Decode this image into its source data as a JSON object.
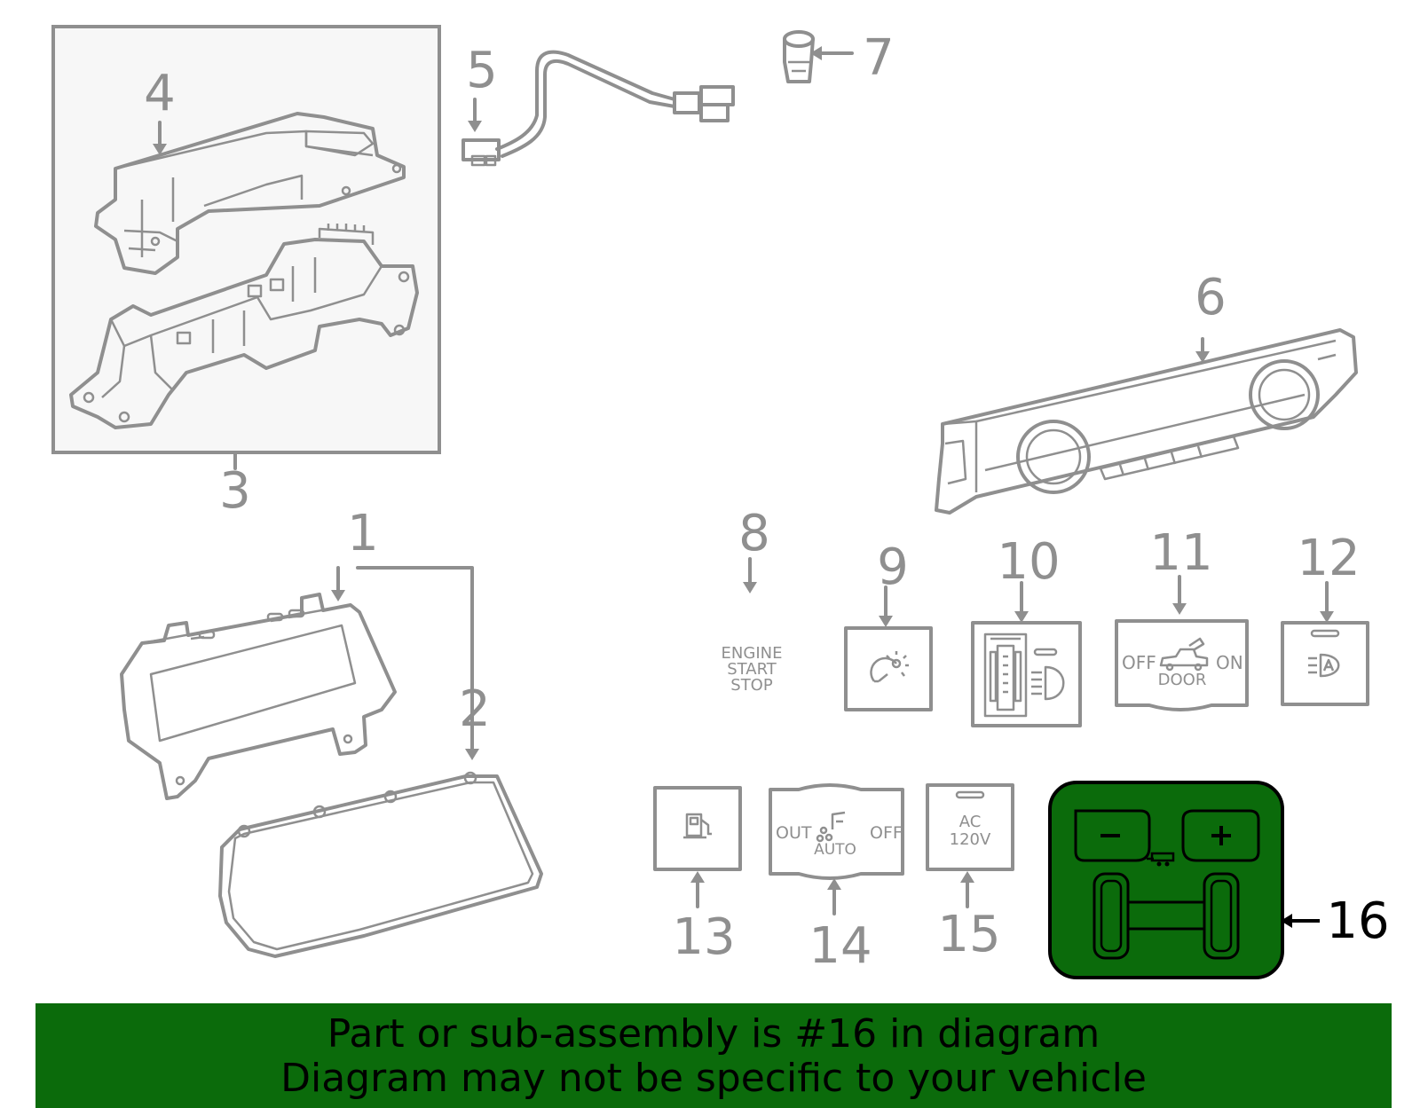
{
  "callouts": [
    "1",
    "2",
    "3",
    "4",
    "5",
    "6",
    "7",
    "8",
    "9",
    "10",
    "11",
    "12",
    "13",
    "14",
    "15",
    "16"
  ],
  "highlighted_callout": "16",
  "switch_text": {
    "engine_1": "ENGINE",
    "engine_2": "START",
    "engine_3": "STOP",
    "door_off": "OFF",
    "door_on": "ON",
    "door_label": "DOOR",
    "mode_out": "OUT",
    "mode_off": "OFF",
    "mode_auto": "AUTO",
    "ac_1": "AC",
    "ac_2": "120V"
  },
  "banner": {
    "line1": "Part or sub-assembly is #16 in diagram",
    "line2": "Diagram may not be specific to your vehicle"
  },
  "colors": {
    "highlight_green": "#0b6b0b",
    "line_gray": "#8f8f8f",
    "frame_fill": "#f7f7f7"
  }
}
